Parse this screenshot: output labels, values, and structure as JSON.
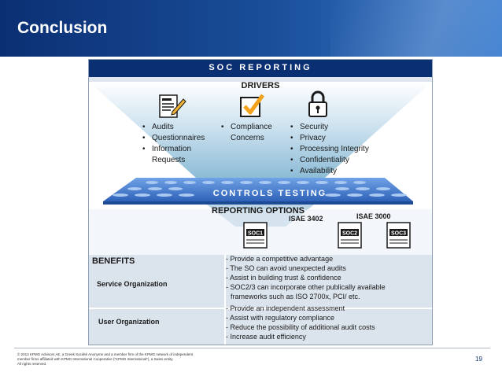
{
  "header": {
    "title": "Conclusion"
  },
  "panel": {
    "title": "SOC REPORTING",
    "drivers": {
      "title": "DRIVERS",
      "columns": [
        {
          "icon": "document-pen-icon",
          "items": [
            "Audits",
            "Questionnaires",
            "Information",
            "Requests"
          ]
        },
        {
          "icon": "checkbox-icon",
          "items": [
            "Compliance",
            "Concerns"
          ]
        },
        {
          "icon": "padlock-icon",
          "items": [
            "Security",
            "Privacy",
            "Processing Integrity",
            "Confidentiality",
            "Availability"
          ]
        }
      ]
    },
    "controls_testing": "CONTROLS TESTING",
    "reporting": {
      "title": "REPORTING OPTIONS",
      "isae_3402": "ISAE 3402",
      "isae_3000": "ISAE 3000",
      "docs": [
        "SOC1",
        "SOC2",
        "SOC3"
      ]
    },
    "benefits": {
      "title": "BENEFITS",
      "service_org": {
        "label": "Service Organization",
        "lines": [
          "- Provide a competitive advantage",
          "- The SO can avoid unexpected audits",
          "- Assist in building trust & confidence",
          "- SOC2/3 can incorporate other publically available",
          "frameworks such as ISO 2700x, PCI/ etc."
        ]
      },
      "user_org": {
        "label": "User Organization",
        "lines": [
          "- Provide an independent assessment",
          "- Assist with regulatory compliance",
          "- Reduce the possibility of additional audit costs",
          "- Increase audit efficiency"
        ]
      }
    }
  },
  "footer": {
    "line1": "© 2013 KPMG Advisors AE, a Greek Société Anonyme and a member firm of the KPMG network of independent",
    "line2": "member firms affiliated with KPMG International Cooperative (\"KPMG International\"), a Swiss entity.",
    "line3": "All rights reserved.",
    "page": "19"
  },
  "colors": {
    "brand": "#0b2f73",
    "benefits_bg": "#dbe3ec",
    "platform": "#5b8fd8"
  }
}
